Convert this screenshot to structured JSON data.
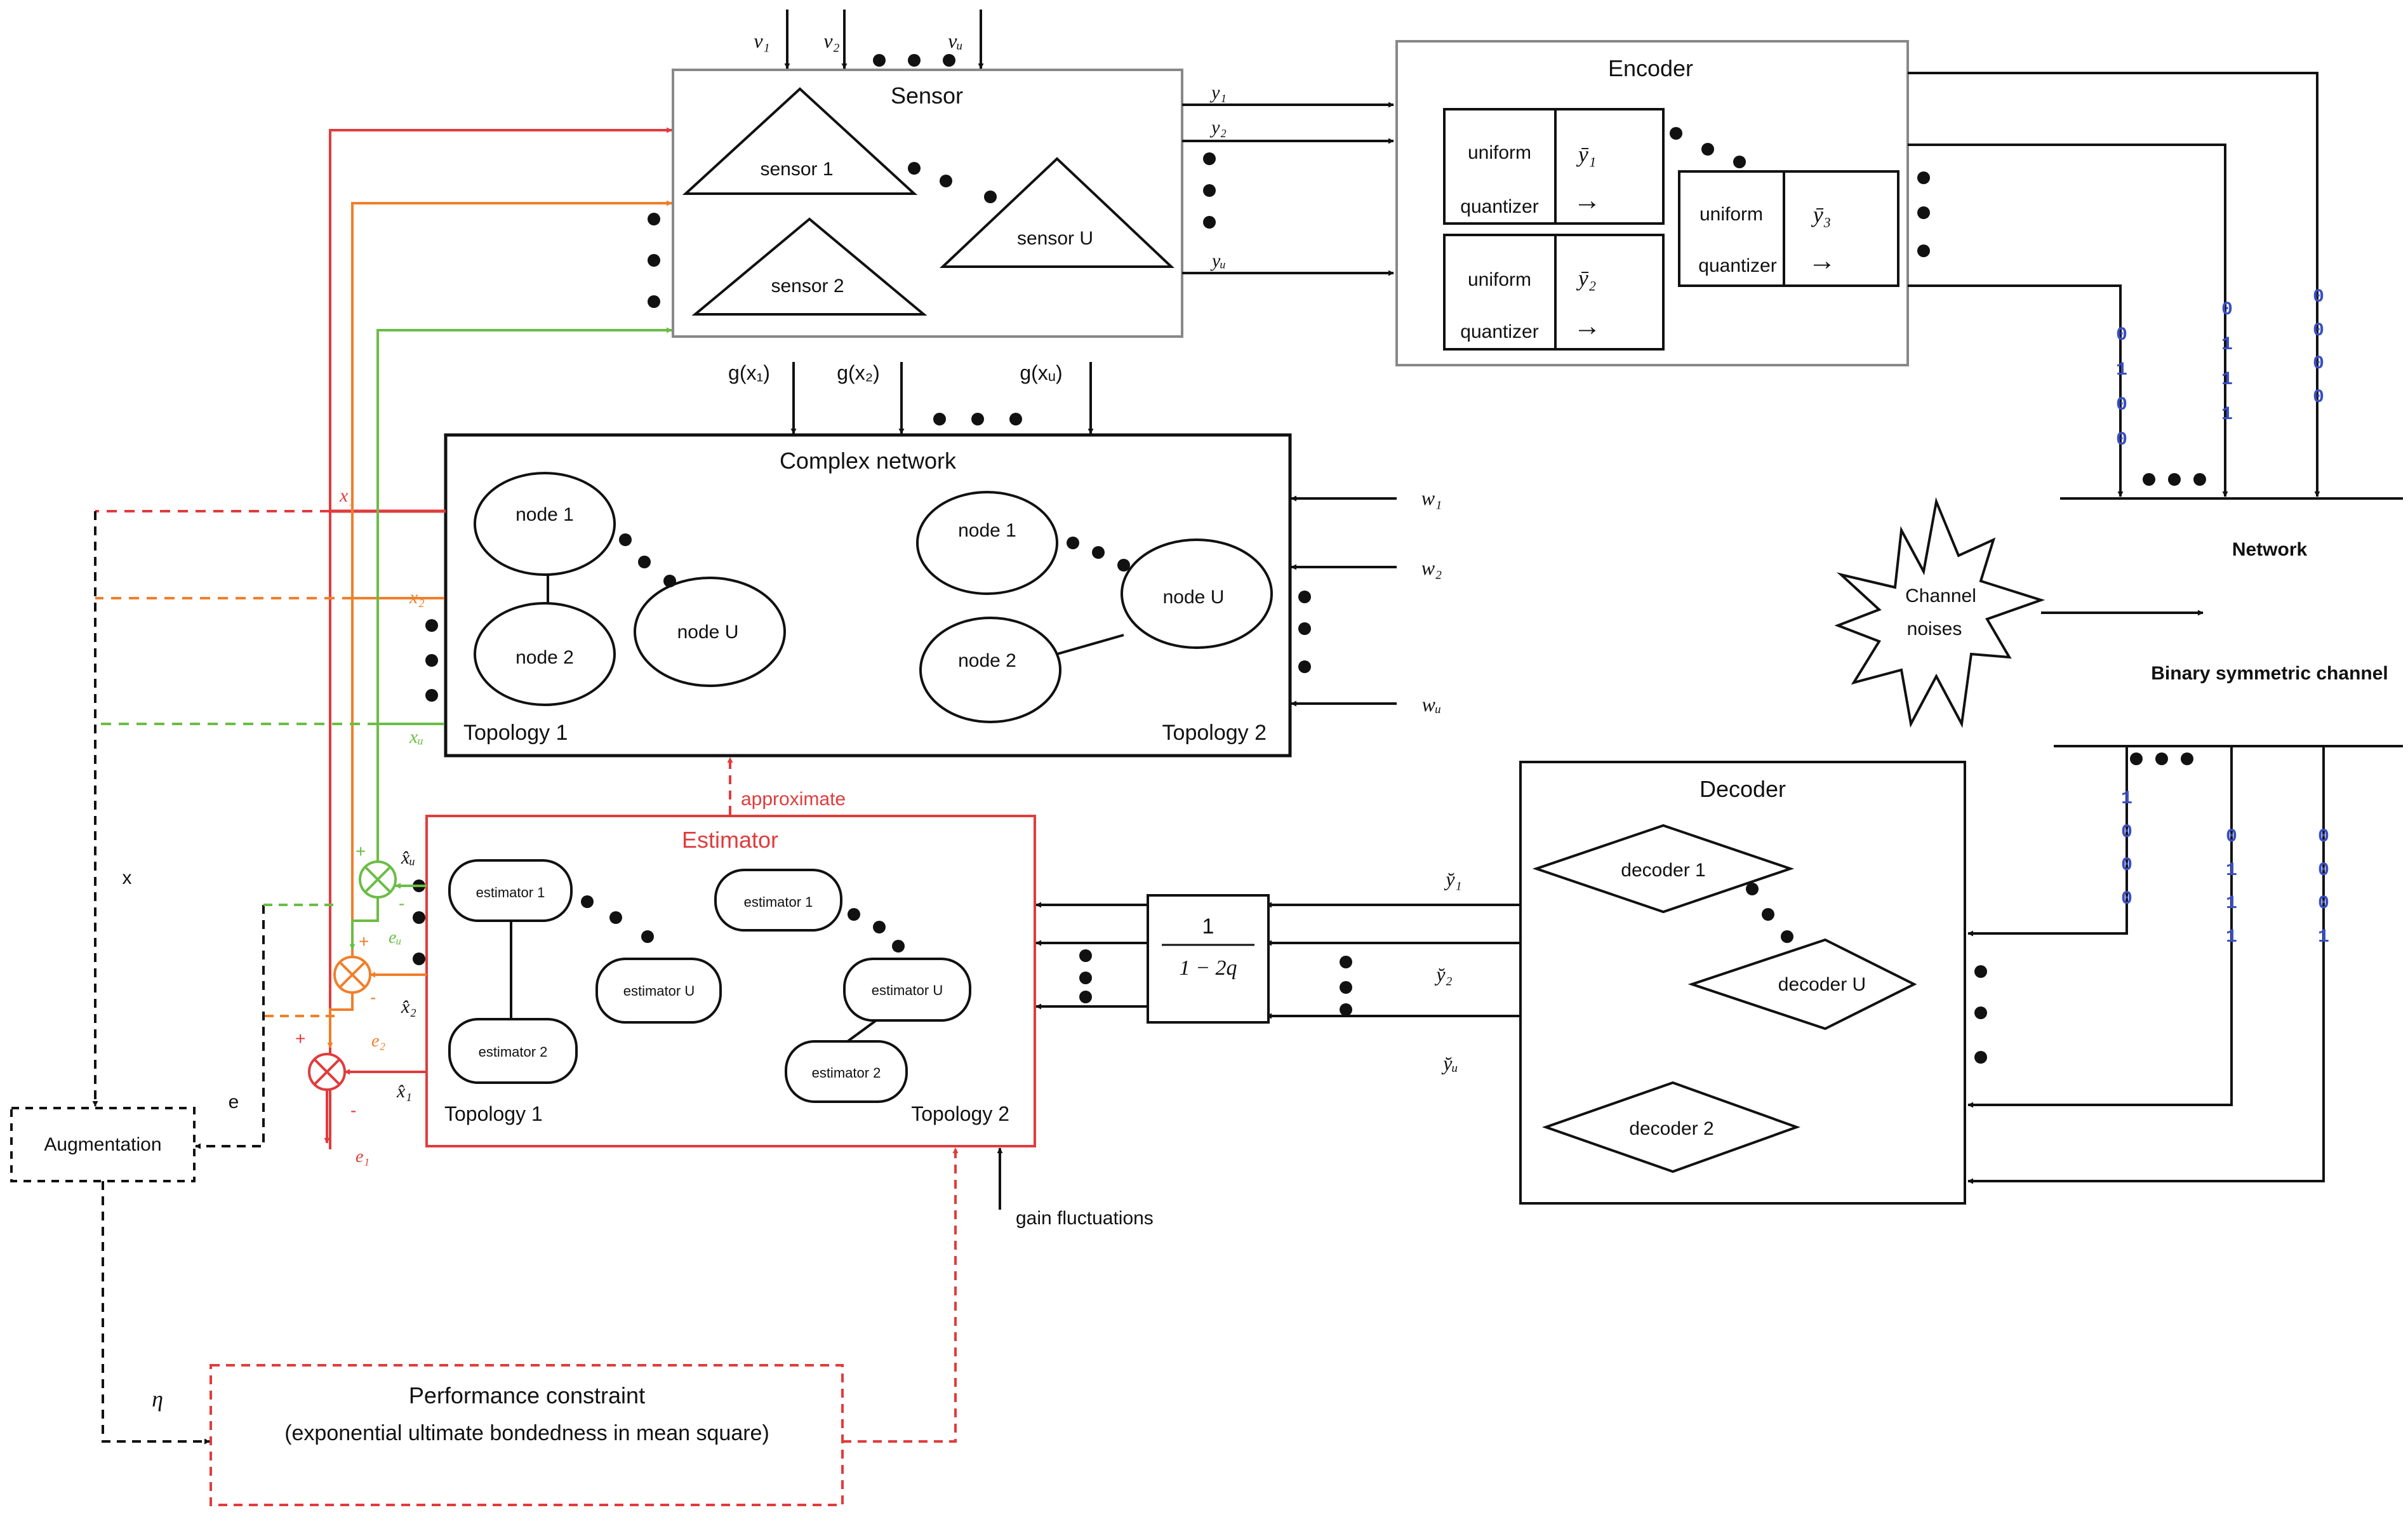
{
  "colors": {
    "black": "#111111",
    "red": "#e03c3c",
    "orange": "#f07f2a",
    "green": "#6bbd45",
    "blue": "#3a4fc4",
    "box_gray": "#888888"
  },
  "sensor": {
    "title": "Sensor",
    "items": [
      "sensor 1",
      "sensor 2",
      "sensor U"
    ],
    "inputs": [
      "v₁",
      "v₂",
      "vᵤ"
    ],
    "outputs": [
      "y₁",
      "y₂",
      "yᵤ"
    ],
    "feedback": [
      "g(x₁)",
      "g(x₂)",
      "g(xᵤ)"
    ]
  },
  "encoder": {
    "title": "Encoder",
    "quantizers": [
      {
        "top": "uniform",
        "bottom": "quantizer",
        "symbol": "ȳ₁",
        "arrow": "→"
      },
      {
        "top": "uniform",
        "bottom": "quantizer",
        "symbol": "ȳ₂",
        "arrow": "→"
      },
      {
        "top": "uniform",
        "bottom": "quantizer",
        "symbol": "ȳ₃",
        "arrow": "→"
      }
    ]
  },
  "complex_network": {
    "title": "Complex network",
    "topology1": {
      "label": "Topology 1",
      "nodes": [
        "node 1",
        "node 2",
        "node U"
      ]
    },
    "topology2": {
      "label": "Topology 2",
      "nodes": [
        "node 1",
        "node 2",
        "node U"
      ]
    },
    "noises": [
      "w₁",
      "w₂",
      "wᵤ"
    ],
    "states": [
      "x₁",
      "x₂",
      "xᵤ"
    ]
  },
  "network": {
    "label": "Network",
    "channel_noises": [
      "Channel",
      "noises"
    ],
    "bsc_label": "Binary symmetric channel",
    "bits_in": [
      [
        "0",
        "1",
        "0",
        "0"
      ],
      [
        "0",
        "1",
        "1",
        "1"
      ],
      [
        "0",
        "0",
        "0",
        "0"
      ]
    ],
    "bits_out": [
      [
        "1",
        "0",
        "0",
        "0"
      ],
      [
        "0",
        "1",
        "1",
        "1"
      ],
      [
        "0",
        "0",
        "0",
        "1"
      ]
    ]
  },
  "decoder": {
    "title": "Decoder",
    "items": [
      "decoder 1",
      "decoder U",
      "decoder 2"
    ],
    "outputs": [
      "y̆₁",
      "y̆₂",
      "y̆ᵤ"
    ]
  },
  "compensator": {
    "numerator": "1",
    "denominator": "1 − 2q"
  },
  "estimator": {
    "title": "Estimator",
    "topology1": {
      "label": "Topology 1",
      "items": [
        "estimator 1",
        "estimator 2",
        "estimator U"
      ]
    },
    "topology2": {
      "label": "Topology 2",
      "items": [
        "estimator 1",
        "estimator U",
        "estimator 2"
      ]
    },
    "approximate": "approximate",
    "gain_fluctuations": "gain fluctuations",
    "estimates": [
      "x̂ᵤ",
      "x̂₂",
      "x̂₁"
    ],
    "errors": [
      "eᵤ",
      "e₂",
      "e₁"
    ],
    "plus": "+",
    "minus": "-"
  },
  "augmentation": {
    "label": "Augmentation",
    "x_label": "x",
    "e_label": "e",
    "eta": "η"
  },
  "performance": {
    "line1": "Performance constraint",
    "line2": "(exponential ultimate bondedness in mean square)"
  }
}
